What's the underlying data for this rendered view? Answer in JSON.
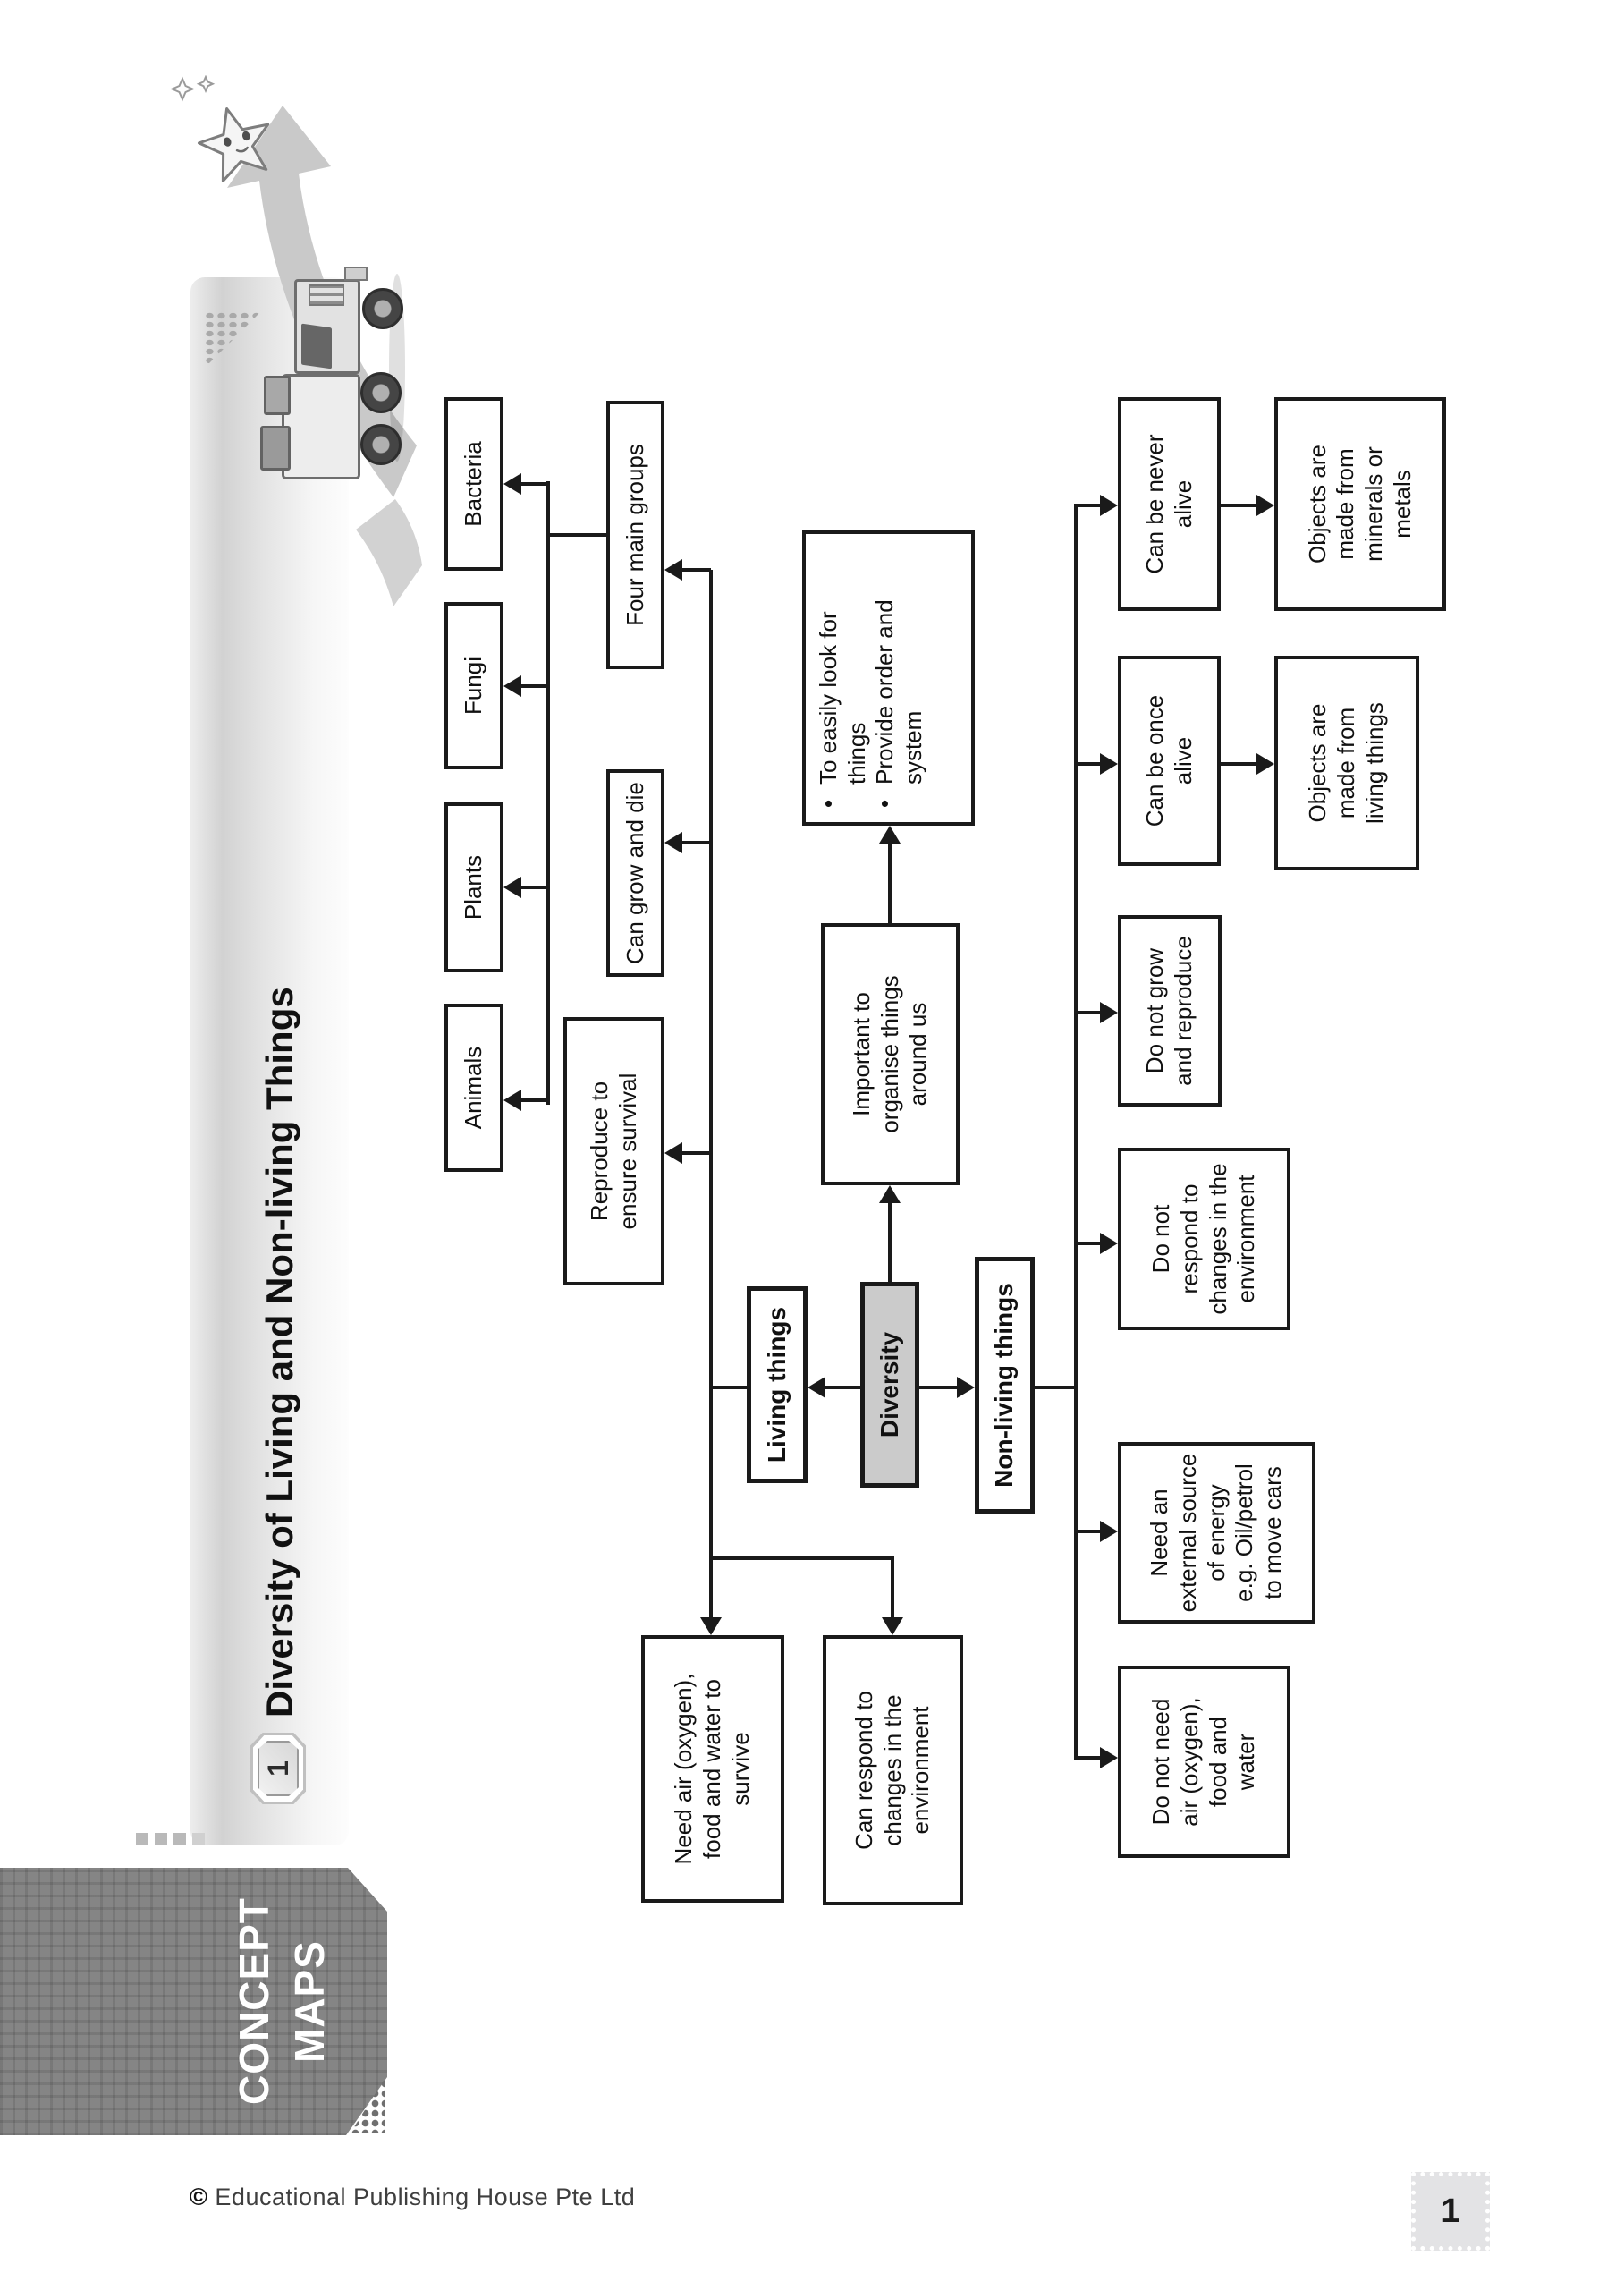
{
  "title": {
    "chapter_number": "1",
    "text": "Diversity of Living and Non-living Things"
  },
  "sidebar_tab": {
    "label": "CONCEPT\nMAPS"
  },
  "footer": {
    "copyright_symbol": "©",
    "copyright_text": "Educational Publishing House Pte Ltd",
    "page_number": "1"
  },
  "graphics": {
    "star": "smiling-star-mascot",
    "truck": "cartoon-truck",
    "swoosh": "motion-arrow"
  },
  "diagram": {
    "center": "Diversity",
    "living": "Living things",
    "nonliving": "Non-living things",
    "importance": {
      "node": "Important to\norganise things\naround us",
      "bullet_marker": "•",
      "bullets": [
        "To easily look for\nthings",
        "Provide order and\nsystem"
      ]
    },
    "living_traits": {
      "reproduce": "Reproduce to\nensure survival",
      "grow": "Can grow and die",
      "groups": "Four main groups",
      "group_items": [
        "Animals",
        "Plants",
        "Fungi",
        "Bacteria"
      ],
      "need_air": "Need air (oxygen),\nfood and water to\nsurvive",
      "respond": "Can respond to\nchanges in the\nenvironment"
    },
    "nonliving_traits": {
      "never_alive": "Can be never\nalive",
      "never_alive_detail": "Objects are\nmade from\nminerals or\nmetals",
      "once_alive": "Can be once\nalive",
      "once_alive_detail": "Objects are\nmade from\nliving things",
      "no_grow": "Do not grow\nand reproduce",
      "no_respond": "Do not\nrespond to\nchanges in the\nenvironment",
      "external_energy": "Need an\nexternal source\nof energy\ne.g. Oil/petrol\nto move cars",
      "no_air": "Do not need\nair (oxygen),\nfood and\nwater"
    },
    "colors": {
      "node_border": "#1a1a1a",
      "center_fill": "#cbcbcb",
      "node_fill": "#ffffff"
    }
  }
}
